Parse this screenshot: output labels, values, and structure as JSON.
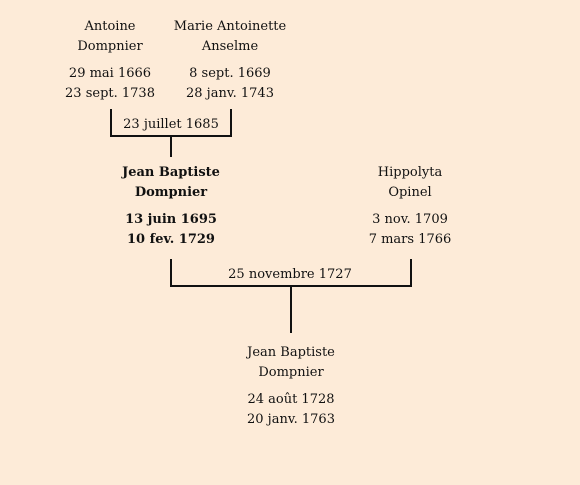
{
  "generation_1": {
    "father": {
      "first_name": "Antoine",
      "last_name": "Dompnier",
      "birth": "29 mai 1666",
      "death": "23 sept. 1738"
    },
    "mother": {
      "first_name": "Marie Antoinette",
      "last_name": "Anselme",
      "birth": "8 sept. 1669",
      "death": "28 janv. 1743"
    },
    "marriage": "23 juillet 1685"
  },
  "generation_2": {
    "father": {
      "first_name": "Jean Baptiste",
      "last_name": "Dompnier",
      "birth": "13 juin 1695",
      "death": "10 fev. 1729"
    },
    "mother": {
      "first_name": "Hippolyta",
      "last_name": "Opinel",
      "birth": "3 nov. 1709",
      "death": "7 mars 1766"
    },
    "marriage": "25 novembre 1727"
  },
  "generation_3": {
    "child": {
      "first_name": "Jean Baptiste",
      "last_name": "Dompnier",
      "birth": "24 août 1728",
      "death": "20 janv. 1763"
    }
  }
}
